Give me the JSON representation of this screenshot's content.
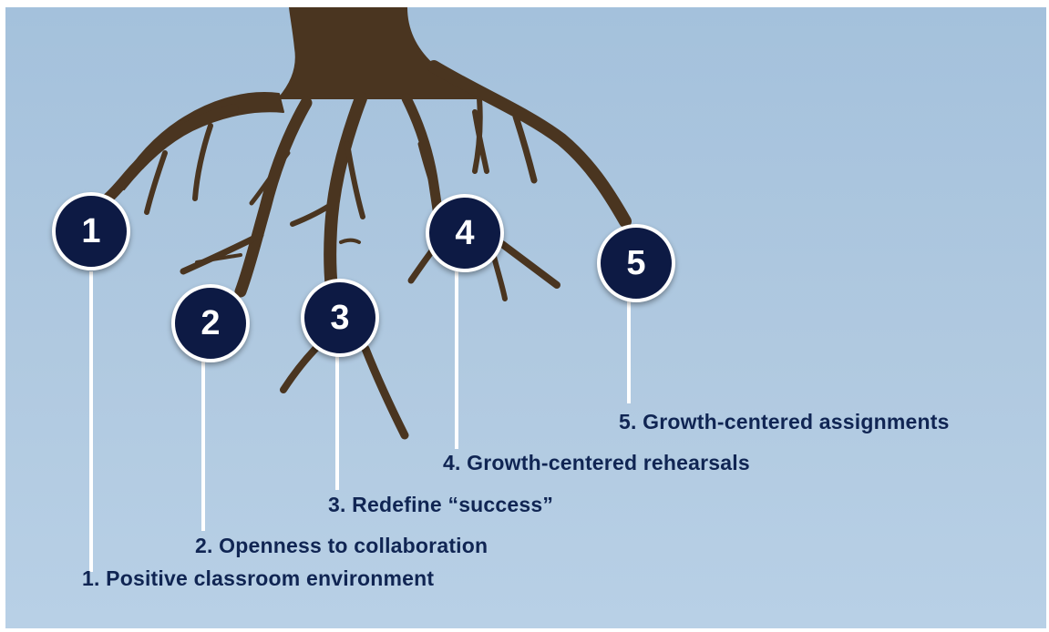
{
  "diagram": {
    "steps": [
      {
        "number": "1",
        "label": "1. Positive classroom environment"
      },
      {
        "number": "2",
        "label": "2. Openness to collaboration"
      },
      {
        "number": "3",
        "label": "3. Redefine “success”"
      },
      {
        "number": "4",
        "label": "4. Growth-centered rehearsals"
      },
      {
        "number": "5",
        "label": "5. Growth-centered assignments"
      }
    ],
    "colors": {
      "background": "#a8c4de",
      "roots": "#4a3520",
      "badge_fill": "#0d1a44",
      "badge_border": "#ffffff",
      "label_text": "#102553"
    }
  }
}
